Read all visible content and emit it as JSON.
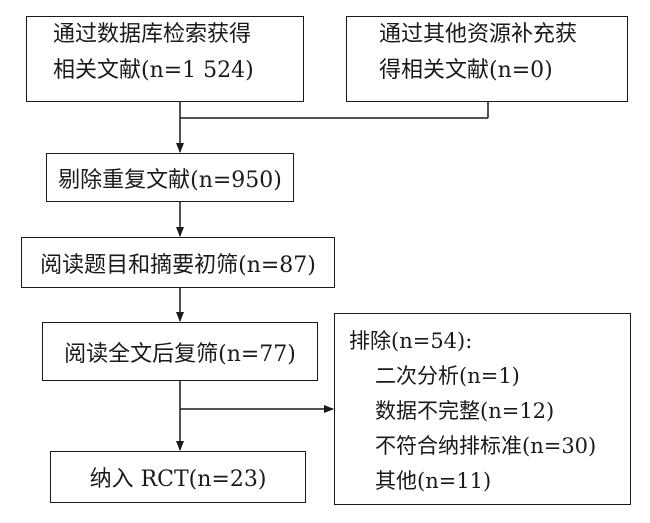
{
  "boxes": {
    "database_search": {
      "lines": [
        "通过数据库检索获得",
        "相关文献(n=1 524)"
      ]
    },
    "other_sources": {
      "lines": [
        "通过其他资源补充获",
        "得相关文献(n=0)"
      ]
    },
    "remove_duplicates": {
      "label": "剔除重复文献(n=950)"
    },
    "title_abstract_screen": {
      "label": "阅读题目和摘要初筛(n=87)"
    },
    "fulltext_rescreen": {
      "label": "阅读全文后复筛(n=77)"
    },
    "excluded": {
      "heading": "排除(n=54):",
      "items": [
        "二次分析(n=1)",
        "数据不完整(n=12)",
        "不符合纳排标准(n=30)",
        "其他(n=11)"
      ]
    },
    "included": {
      "label": "纳入 RCT(n=23)"
    }
  },
  "colors": {
    "line": "#1a1a1a",
    "background": "#ffffff"
  }
}
